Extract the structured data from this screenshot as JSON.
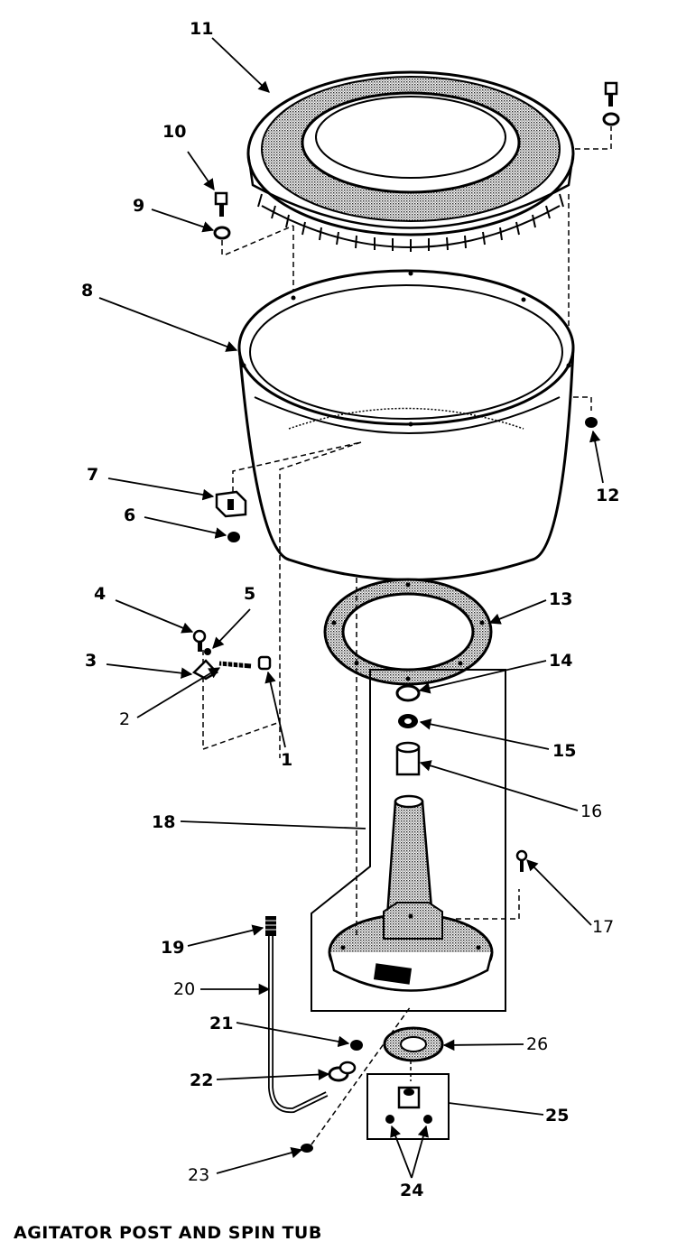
{
  "caption": "AGITATOR POST AND SPIN TUB",
  "callouts": {
    "p1": "1",
    "p2": "2",
    "p3": "3",
    "p4": "4",
    "p5": "5",
    "p6": "6",
    "p7": "7",
    "p8": "8",
    "p9": "9",
    "p10": "10",
    "p11": "11",
    "p12": "12",
    "p13": "13",
    "p14": "14",
    "p15": "15",
    "p16": "16",
    "p17": "17",
    "p18": "18",
    "p19": "19",
    "p20": "20",
    "p21": "21",
    "p22": "22",
    "p23": "23",
    "p24": "24",
    "p25": "25",
    "p26": "26"
  },
  "colors": {
    "ink": "#000000",
    "paper": "#ffffff",
    "screen_tone": "#bdbdbd"
  }
}
